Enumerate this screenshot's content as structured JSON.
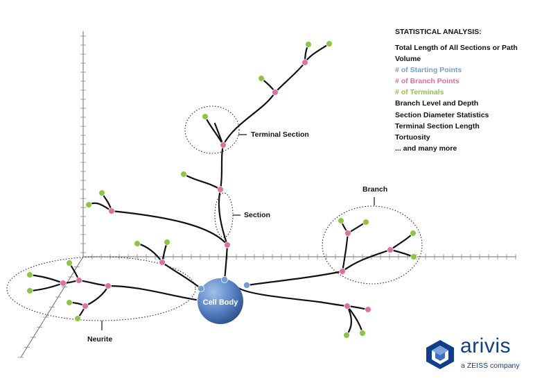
{
  "stats": {
    "heading": "STATISTICAL ANALYSIS:",
    "items": [
      {
        "text": "Total Length of All Sections or Path",
        "color": "#111111"
      },
      {
        "text": "Volume",
        "color": "#111111"
      },
      {
        "text": "# of Starting Points",
        "color": "#6f9fd8"
      },
      {
        "text": "# of Branch Points",
        "color": "#df6fa0"
      },
      {
        "text": "# of Terminals",
        "color": "#8cc63f"
      },
      {
        "text": "Branch Level and Depth",
        "color": "#111111"
      },
      {
        "text": "Section Diameter Statistics",
        "color": "#111111"
      },
      {
        "text": "Terminal Section Length",
        "color": "#111111"
      },
      {
        "text": "Tortuosity",
        "color": "#111111"
      },
      {
        "text": "... and many more",
        "color": "#111111"
      }
    ]
  },
  "labels": {
    "cell_body": "Cell Body",
    "terminal_section": "Terminal Section",
    "section": "Section",
    "branch": "Branch",
    "neurite": "Neurite"
  },
  "logo": {
    "name": "arivis",
    "tagline": "a ZEISS company"
  },
  "colors": {
    "starting_point": "#6f9fd8",
    "branch_point": "#df6fa0",
    "terminal": "#8cc63f",
    "cell_body": "#4a73b8",
    "logo": "#0f3f8c"
  }
}
